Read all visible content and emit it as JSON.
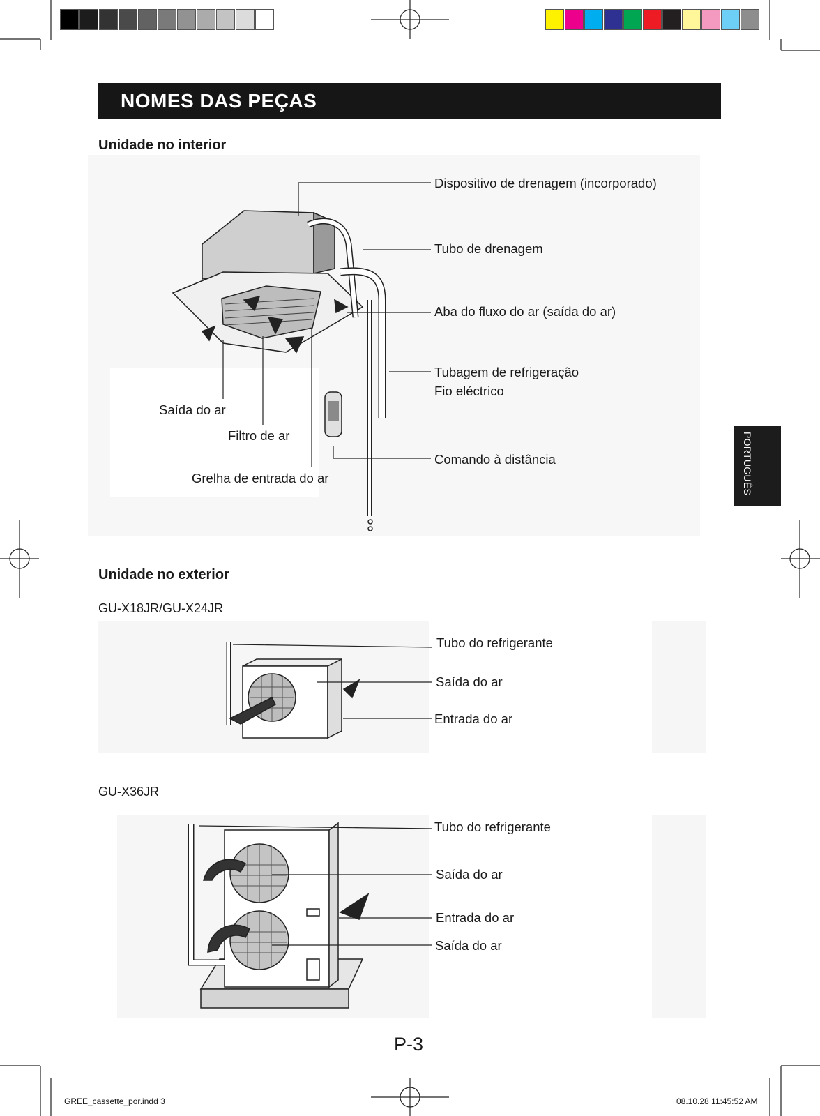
{
  "title": "NOMES DAS PEÇAS",
  "indoor": {
    "heading": "Unidade no interior",
    "labels": {
      "drain_device": "Dispositivo de drenagem (incorporado)",
      "drain_pipe": "Tubo de drenagem",
      "air_flap": "Aba do fluxo do ar (saída do ar)",
      "refrigerant_piping": "Tubagem de refrigeração",
      "electric_wire": "Fio eléctrico",
      "remote": "Comando à distância",
      "air_outlet": "Saída do ar",
      "air_filter": "Filtro de ar",
      "intake_grille": "Grelha de entrada do ar"
    }
  },
  "outdoor": {
    "heading": "Unidade no exterior",
    "model_a": {
      "name": "GU-X18JR/GU-X24JR",
      "labels": {
        "refrigerant_tube": "Tubo do refrigerante",
        "air_outlet": "Saída do ar",
        "air_inlet": "Entrada do ar"
      }
    },
    "model_b": {
      "name": "GU-X36JR",
      "labels": {
        "refrigerant_tube": "Tubo do refrigerante",
        "air_outlet_top": "Saída do ar",
        "air_inlet": "Entrada do ar",
        "air_outlet_bottom": "Saída do ar"
      }
    }
  },
  "side_tab": "PORTUGUÊS",
  "page_number": "P-3",
  "footer": {
    "file": "GREE_cassette_por.indd   3",
    "timestamp": "08.10.28   11:45:52 AM"
  },
  "color_bars": {
    "grays": [
      "#000000",
      "#1c1c1c",
      "#333333",
      "#4a4a4a",
      "#626262",
      "#7a7a7a",
      "#929292",
      "#ababab",
      "#c3c3c3",
      "#dcdcdc",
      "#ffffff"
    ],
    "process": [
      "#fff200",
      "#ec008c",
      "#00aeef",
      "#2e3192",
      "#00a651",
      "#ed1c24",
      "#231f20",
      "#fff799",
      "#f49ac1",
      "#6dcff6",
      "#8d8d8d"
    ]
  }
}
